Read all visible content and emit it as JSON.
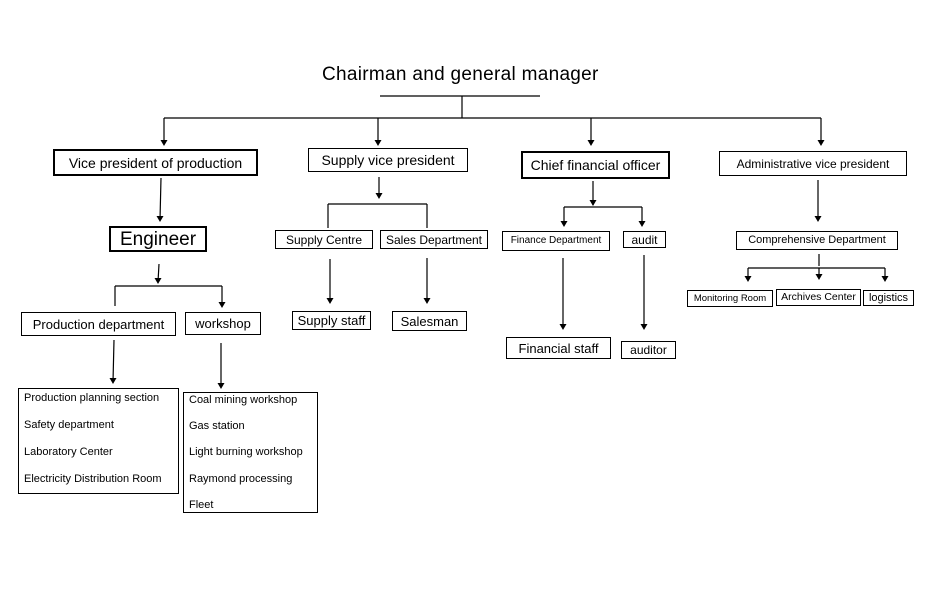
{
  "title": "Chairman and general manager",
  "vps": {
    "production": "Vice president of production",
    "supply": "Supply vice president",
    "cfo": "Chief financial officer",
    "admin": "Administrative vice president"
  },
  "production": {
    "engineer": "Engineer",
    "production_department": "Production department",
    "workshop": "workshop",
    "production_units": [
      "Production planning section",
      "Safety department",
      "Laboratory Center",
      "Electricity Distribution Room"
    ],
    "workshop_units": [
      "Coal mining workshop",
      "Gas station",
      "Light burning workshop",
      "Raymond processing",
      "Fleet"
    ]
  },
  "supply": {
    "supply_centre": "Supply Centre",
    "sales_department": "Sales Department",
    "supply_staff": "Supply staff",
    "salesman": "Salesman"
  },
  "finance": {
    "finance_department": "Finance Department",
    "audit": "audit",
    "financial_staff": "Financial staff",
    "auditor": "auditor"
  },
  "admin": {
    "comprehensive_department": "Comprehensive Department",
    "monitoring_room": "Monitoring Room",
    "archives_center": "Archives Center",
    "logistics": "logistics"
  }
}
